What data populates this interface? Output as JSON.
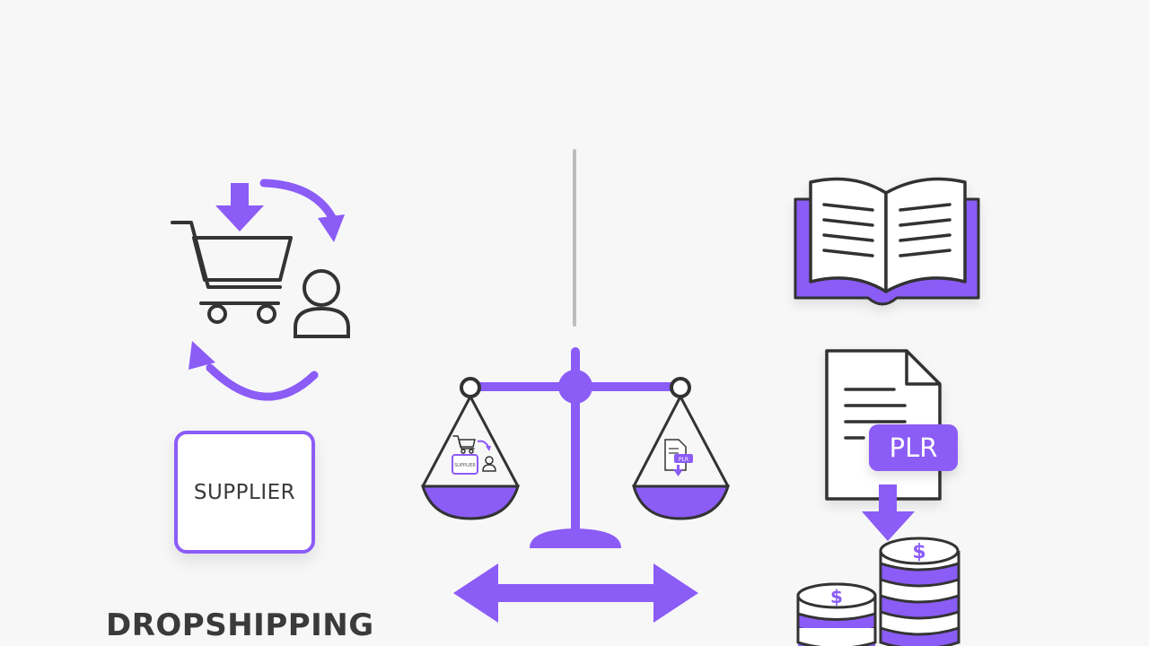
{
  "labels": {
    "supplier": "SUPPLIER",
    "plr": "PLR",
    "dropshipping": "DROPSHIPPING",
    "mini_supplier": "SUPPLIER",
    "mini_plr": "PLR"
  },
  "icons": {
    "left_group": [
      "shopping-cart-icon",
      "down-arrow-icon",
      "user-icon",
      "cycle-arrows-icon"
    ],
    "center_group": [
      "balance-scale-icon",
      "double-headed-arrow-icon"
    ],
    "right_group": [
      "open-book-icon",
      "document-icon",
      "down-arrow-icon",
      "coin-stack-icon"
    ]
  },
  "colors": {
    "accent": "#8b5cf6",
    "line": "#333333",
    "divider": "#bdbdbd",
    "background": "#f7f7f8"
  }
}
